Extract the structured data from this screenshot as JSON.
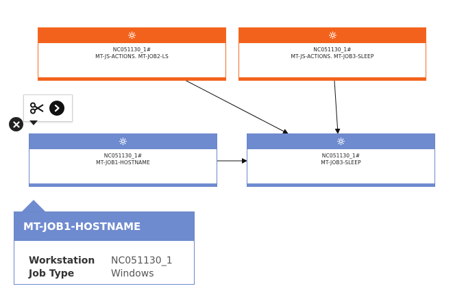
{
  "nodes": {
    "ls": {
      "line1": "NC051130_1#",
      "line2": "MT-JS-ACTIONS. MT-JOB2-LS"
    },
    "js_sleep": {
      "line1": "NC051130_1#",
      "line2": "MT-JS-ACTIONS. MT-JOB3-SLEEP"
    },
    "hostname": {
      "line1": "NC051130_1#",
      "line2": "MT-JOB1-HOSTNAME"
    },
    "sleep": {
      "line1": "NC051130_1#",
      "line2": "MT-JOB3-SLEEP"
    }
  },
  "toolbar": {
    "scissors_icon": "scissors-icon",
    "next_icon": "chevron-right-icon",
    "close_icon": "close-icon"
  },
  "info": {
    "title": "MT-JOB1-HOSTNAME",
    "rows": [
      {
        "key": "Workstation",
        "value": "NC051130_1"
      },
      {
        "key": "Job Type",
        "value": "Windows"
      }
    ]
  },
  "colors": {
    "orange": "#f3621c",
    "blue": "#6f8bcf"
  }
}
